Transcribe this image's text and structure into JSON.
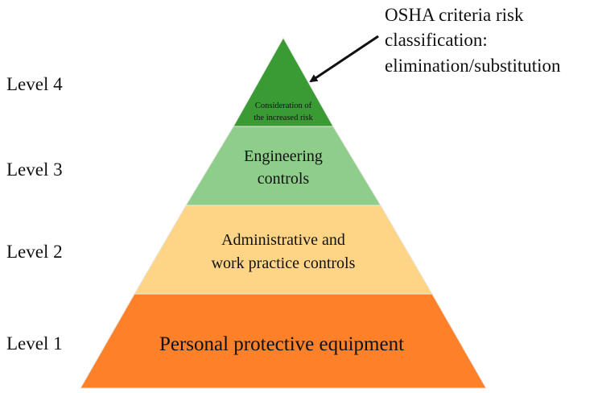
{
  "levels": [
    {
      "label": "Level 4"
    },
    {
      "label": "Level 3"
    },
    {
      "label": "Level 2"
    },
    {
      "label": "Level 1"
    }
  ],
  "tiers": {
    "top": {
      "lines": [
        "Consideration of",
        "the increased risk"
      ],
      "color": "#3a9b35"
    },
    "upper": {
      "lines": [
        "Engineering",
        "controls"
      ],
      "color": "#8fcd8a"
    },
    "middle": {
      "lines": [
        "Administrative and",
        "work practice controls"
      ],
      "color": "#fed586"
    },
    "bottom": {
      "lines": [
        "Personal protective equipment"
      ],
      "color": "#fe8029"
    }
  },
  "callout": {
    "lines": [
      "OSHA criteria risk",
      "classification:",
      "elimination/substitution"
    ]
  }
}
